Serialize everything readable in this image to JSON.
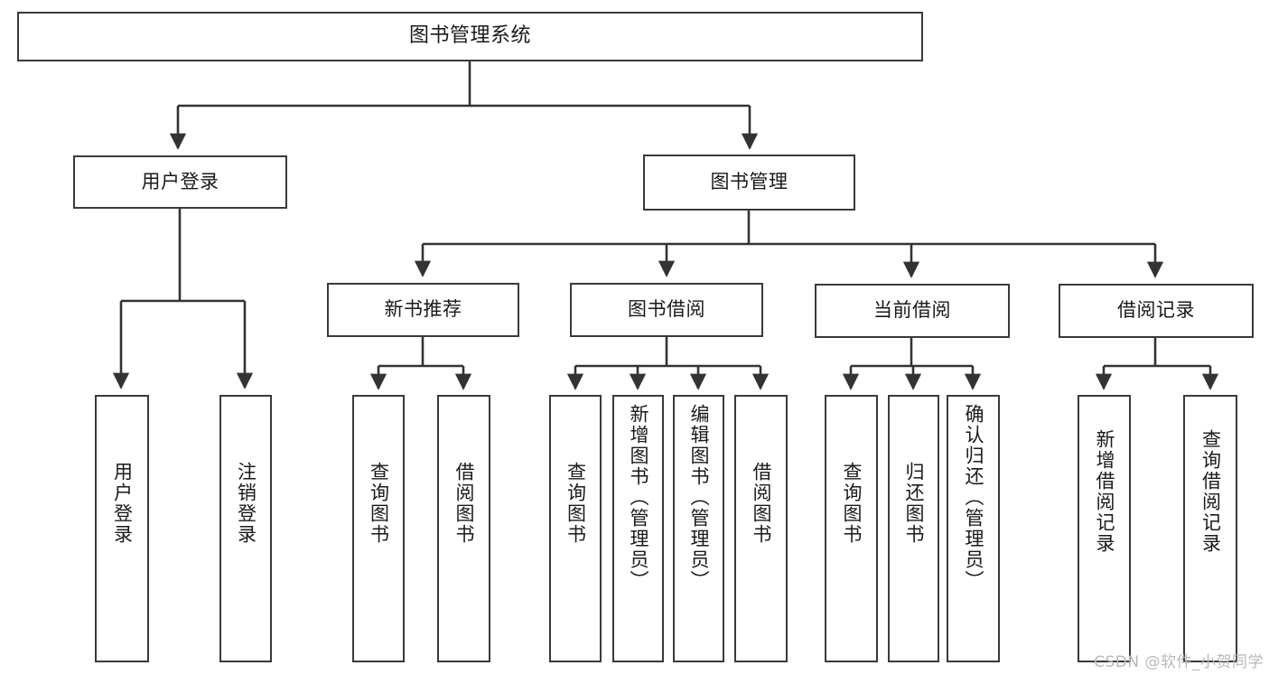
{
  "diagram": {
    "type": "hierarchy-tree",
    "title": "图书管理系统",
    "watermark": "CSDN @软件_小贺同学",
    "colors": {
      "box_border": "#3a3a3a",
      "box_fill": "#ffffff",
      "connector": "#333333",
      "text": "#1a1a1a",
      "watermark": "#b9b9b9",
      "background": "#ffffff"
    },
    "nodes": {
      "root": {
        "label": "图书管理系统",
        "level": 1,
        "orientation": "horizontal"
      },
      "user_login": {
        "label": "用户登录",
        "level": 2,
        "orientation": "horizontal"
      },
      "book_manage": {
        "label": "图书管理",
        "level": 2,
        "orientation": "horizontal"
      },
      "new_book_rec": {
        "label": "新书推荐",
        "level": 3,
        "orientation": "horizontal"
      },
      "book_borrow": {
        "label": "图书借阅",
        "level": 3,
        "orientation": "horizontal"
      },
      "current_borrow": {
        "label": "当前借阅",
        "level": 3,
        "orientation": "horizontal"
      },
      "borrow_record": {
        "label": "借阅记录",
        "level": 3,
        "orientation": "horizontal"
      },
      "leaf_user_login": {
        "label": "用户登录",
        "level": 4,
        "orientation": "vertical"
      },
      "leaf_logout": {
        "label": "注销登录",
        "level": 4,
        "orientation": "vertical"
      },
      "leaf_query_book_1": {
        "label": "查询图书",
        "level": 4,
        "orientation": "vertical"
      },
      "leaf_borrow_book_1": {
        "label": "借阅图书",
        "level": 4,
        "orientation": "vertical"
      },
      "leaf_query_book_2": {
        "label": "查询图书",
        "level": 4,
        "orientation": "vertical"
      },
      "leaf_add_book": {
        "label": "新增图书（管理员）",
        "level": 4,
        "orientation": "vertical"
      },
      "leaf_edit_book": {
        "label": "编辑图书（管理员）",
        "level": 4,
        "orientation": "vertical"
      },
      "leaf_borrow_book_2": {
        "label": "借阅图书",
        "level": 4,
        "orientation": "vertical"
      },
      "leaf_query_book_3": {
        "label": "查询图书",
        "level": 4,
        "orientation": "vertical"
      },
      "leaf_return_book": {
        "label": "归还图书",
        "level": 4,
        "orientation": "vertical"
      },
      "leaf_confirm_return": {
        "label": "确认归还（管理员）",
        "level": 4,
        "orientation": "vertical"
      },
      "leaf_add_record": {
        "label": "新增借阅记录",
        "level": 4,
        "orientation": "vertical"
      },
      "leaf_query_record": {
        "label": "查询借阅记录",
        "level": 4,
        "orientation": "vertical"
      }
    },
    "edges": [
      {
        "from": "root",
        "to": "user_login"
      },
      {
        "from": "root",
        "to": "book_manage"
      },
      {
        "from": "user_login",
        "to": "leaf_user_login"
      },
      {
        "from": "user_login",
        "to": "leaf_logout"
      },
      {
        "from": "book_manage",
        "to": "new_book_rec"
      },
      {
        "from": "book_manage",
        "to": "book_borrow"
      },
      {
        "from": "book_manage",
        "to": "current_borrow"
      },
      {
        "from": "book_manage",
        "to": "borrow_record"
      },
      {
        "from": "new_book_rec",
        "to": "leaf_query_book_1"
      },
      {
        "from": "new_book_rec",
        "to": "leaf_borrow_book_1"
      },
      {
        "from": "book_borrow",
        "to": "leaf_query_book_2"
      },
      {
        "from": "book_borrow",
        "to": "leaf_add_book"
      },
      {
        "from": "book_borrow",
        "to": "leaf_edit_book"
      },
      {
        "from": "book_borrow",
        "to": "leaf_borrow_book_2"
      },
      {
        "from": "current_borrow",
        "to": "leaf_query_book_3"
      },
      {
        "from": "current_borrow",
        "to": "leaf_return_book"
      },
      {
        "from": "current_borrow",
        "to": "leaf_confirm_return"
      },
      {
        "from": "borrow_record",
        "to": "leaf_add_record"
      },
      {
        "from": "borrow_record",
        "to": "leaf_query_record"
      }
    ]
  }
}
